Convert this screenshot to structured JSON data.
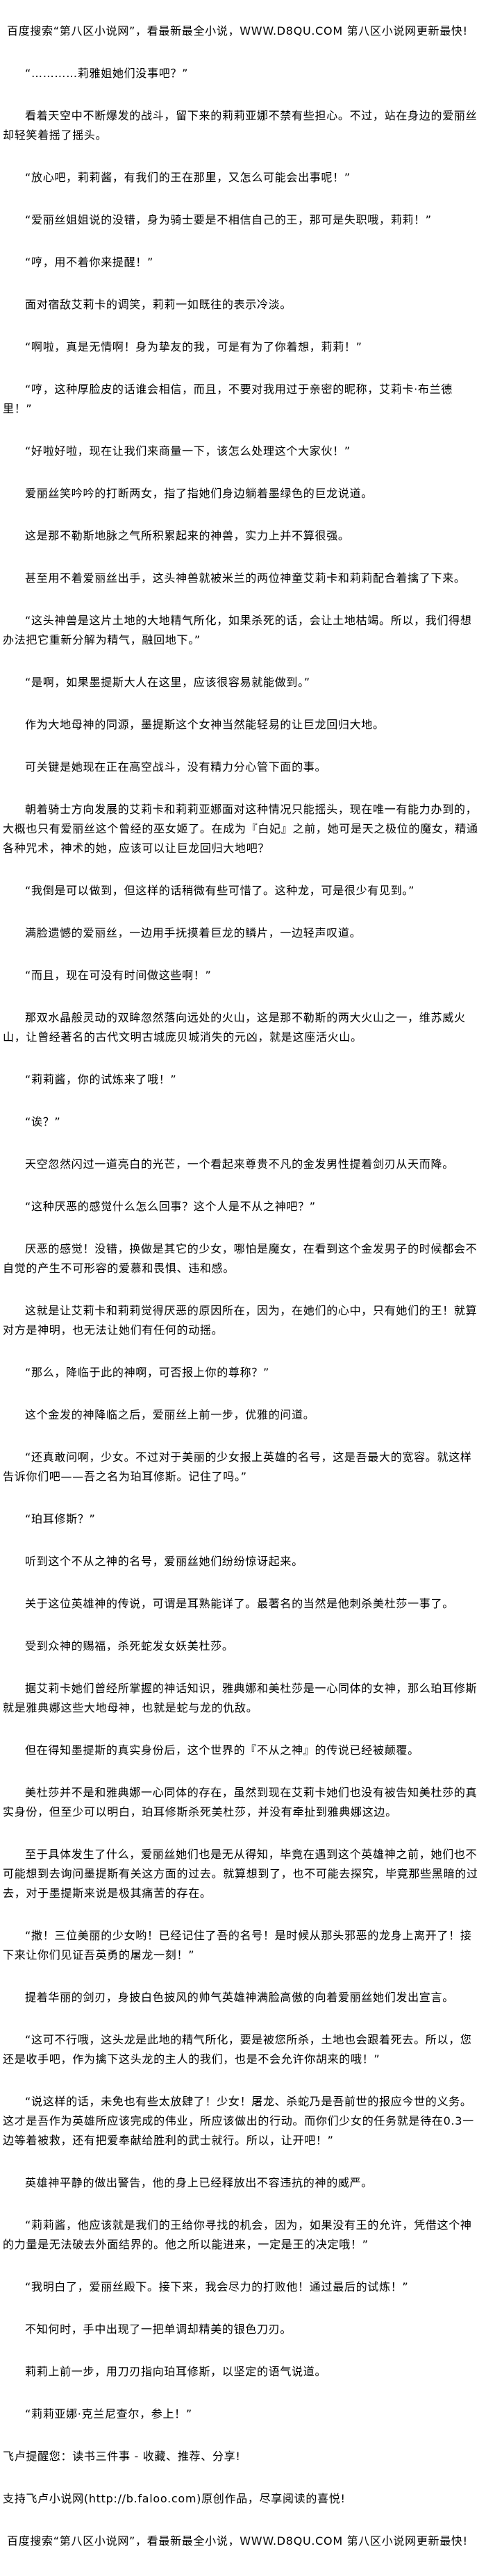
{
  "header": {
    "banner": "百度搜索“第八区小说网”，看最新最全小说，WWW.D8QU.COM   第八区小说网更新最快!"
  },
  "paragraphs": [
    "“…………莉雅姐她们没事吧？”",
    "看着天空中不断爆发的战斗，留下来的莉莉亚娜不禁有些担心。不过，站在身边的爱丽丝却轻笑着摇了摇头。",
    "“放心吧，莉莉酱，有我们的王在那里，又怎么可能会出事呢！”",
    "“爱丽丝姐姐说的没错，身为骑士要是不相信自己的王，那可是失职哦，莉莉！”",
    "“哼，用不着你来提醒！”",
    "面对宿敌艾莉卡的调笑，莉莉一如既往的表示冷淡。",
    "“啊啦，真是无情啊！身为挚友的我，可是有为了你着想，莉莉！”",
    "“哼，这种厚脸皮的话谁会相信，而且，不要对我用过于亲密的昵称，艾莉卡·布兰德里！”",
    "“好啦好啦，现在让我们来商量一下，该怎么处理这个大家伙！”",
    "爱丽丝笑吟吟的打断两女，指了指她们身边躺着墨绿色的巨龙说道。",
    "这是那不勒斯地脉之气所积累起来的神兽，实力上并不算很强。",
    "甚至用不着爱丽丝出手，这头神兽就被米兰的两位神童艾莉卡和莉莉配合着擒了下来。",
    "“这头神兽是这片土地的大地精气所化，如果杀死的话，会让土地枯竭。所以，我们得想办法把它重新分解为精气，融回地下。”",
    "“是啊，如果墨提斯大人在这里，应该很容易就能做到。”",
    "作为大地母神的同源，墨提斯这个女神当然能轻易的让巨龙回归大地。",
    "可关键是她现在正在高空战斗，没有精力分心管下面的事。",
    "朝着骑士方向发展的艾莉卡和莉莉亚娜面对这种情况只能摇头，现在唯一有能力办到的，大概也只有爱丽丝这个曾经的巫女姬了。在成为『白妃』之前，她可是天之极位的魔女，精通各种咒术，神术的她，应该可以让巨龙回归大地吧？",
    "“我倒是可以做到，但这样的话稍微有些可惜了。这种龙，可是很少有见到。”",
    "满脸遗憾的爱丽丝，一边用手抚摸着巨龙的鳞片，一边轻声叹道。",
    "“而且，现在可没有时间做这些啊！”",
    "那双水晶般灵动的双眸忽然落向远处的火山，这是那不勒斯的两大火山之一，维苏威火山，让曾经著名的古代文明古城庞贝城消失的元凶，就是这座活火山。",
    "“莉莉酱，你的试炼来了哦！”",
    "“诶？”",
    "天空忽然闪过一道亮白的光芒，一个看起来尊贵不凡的金发男性提着剑刃从天而降。",
    "“这种厌恶的感觉什么怎么回事？这个人是不从之神吧？”",
    "厌恶的感觉！没错，换做是其它的少女，哪怕是魔女，在看到这个金发男子的时候都会不自觉的产生不可形容的爱慕和畏惧、违和感。",
    "这就是让艾莉卡和莉莉觉得厌恶的原因所在，因为，在她们的心中，只有她们的王！就算对方是神明，也无法让她们有任何的动摇。",
    "“那么，降临于此的神啊，可否报上你的尊称？”",
    "这个金发的神降临之后，爱丽丝上前一步，优雅的问道。",
    "“还真敢问啊，少女。不过对于美丽的少女报上英雄的名号，这是吾最大的宽容。就这样告诉你们吧——吾之名为珀耳修斯。记住了吗。”",
    "“珀耳修斯？”",
    "听到这个不从之神的名号，爱丽丝她们纷纷惊讶起来。",
    "关于这位英雄神的传说，可谓是耳熟能详了。最著名的当然是他刺杀美杜莎一事了。",
    "受到众神的赐福，杀死蛇发女妖美杜莎。",
    "据艾莉卡她们曾经所掌握的神话知识，雅典娜和美杜莎是一心同体的女神，那么珀耳修斯就是雅典娜这些大地母神，也就是蛇与龙的仇敌。",
    "但在得知墨提斯的真实身份后，这个世界的『不从之神』的传说已经被颠覆。",
    "美杜莎并不是和雅典娜一心同体的存在，虽然到现在艾莉卡她们也没有被告知美杜莎的真实身份，但至少可以明白，珀耳修斯杀死美杜莎，并没有牵扯到雅典娜这边。",
    "至于具体发生了什么，爱丽丝她们也是无从得知，毕竟在遇到这个英雄神之前，她们也不可能想到去询问墨提斯有关这方面的过去。就算想到了，也不可能去探究，毕竟那些黑暗的过去，对于墨提斯来说是极其痛苦的存在。",
    "“撒！三位美丽的少女哟！已经记住了吾的名号！是时候从那头邪恶的龙身上离开了！接下来让你们见证吾英勇的屠龙一刻！”",
    "提着华丽的剑刃，身披白色披风的帅气英雄神满脸高傲的向着爱丽丝她们发出宣言。",
    "“这可不行哦，这头龙是此地的精气所化，要是被您所杀，土地也会跟着死去。所以，您还是收手吧，作为擒下这头龙的主人的我们，也是不会允许你胡来的哦！”",
    "“说这样的话，未免也有些太放肆了！少女！屠龙、杀蛇乃是吾前世的报应今世的义务。这才是吾作为英雄所应该完成的伟业，所应该做出的行动。而你们少女的任务就是待在0.3一边等着被救，还有把爱奉献给胜利的武士就行。所以，让开吧！”",
    "英雄神平静的做出警告，他的身上已经释放出不容违抗的神的威严。",
    "“莉莉酱，他应该就是我们的王给你寻找的机会，因为，如果没有王的允许，凭借这个神的力量是无法破去外面结界的。他之所以能进来，一定是王的决定哦！”",
    "“我明白了，爱丽丝殿下。接下来，我会尽力的打败他！通过最后的试炼！”",
    "不知何时，手中出现了一把单调却精美的银色刀刃。",
    "莉莉上前一步，用刀刃指向珀耳修斯，以坚定的语气说道。",
    "“莉莉亚娜·克兰尼查尔，参上！”"
  ],
  "footer": {
    "reminder": "飞卢提醒您：读书三件事 - 收藏、推荐、分享!",
    "support": "支持飞卢小说网(http://b.faloo.com)原创作品，尽享阅读的喜悦!",
    "banner": "百度搜索“第八区小说网”，看最新最全小说，WWW.D8QU.COM   第八区小说网更新最快!"
  }
}
